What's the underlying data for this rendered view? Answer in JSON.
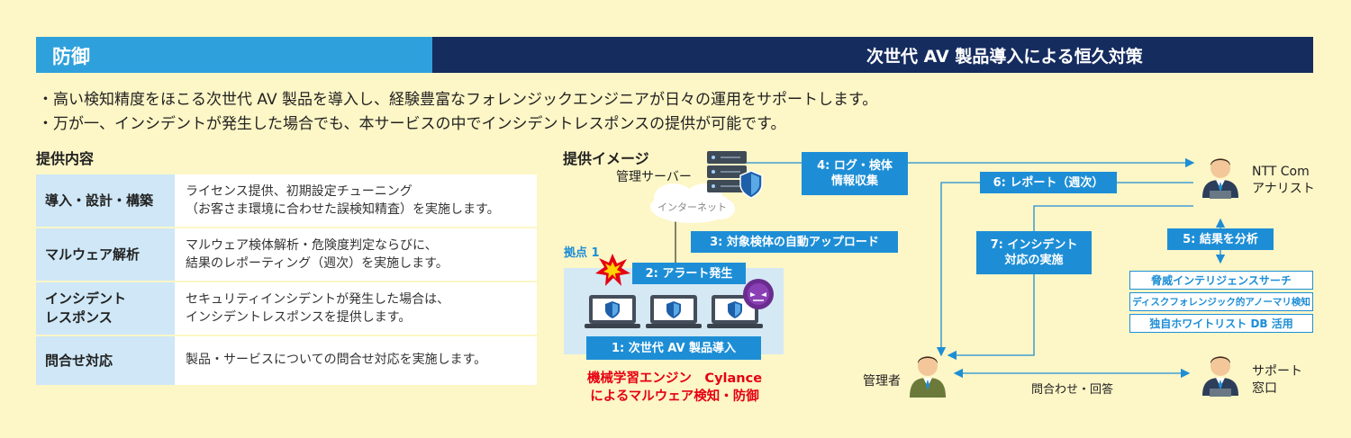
{
  "header": {
    "left_title": "防御",
    "right_title": "次世代 AV 製品導入による恒久対策"
  },
  "bullets": [
    "・高い検知精度をほこる次世代 AV 製品を導入し、経験豊富なフォレンジックエンジニアが日々の運用をサポートします。",
    "・万が一、インシデントが発生した場合でも、本サービスの中でインシデントレスポンスの提供が可能です。"
  ],
  "services": {
    "title": "提供内容",
    "rows": [
      {
        "name_lines": [
          "導入・設計・構築"
        ],
        "desc_lines": [
          "ライセンス提供、初期設定チューニング",
          "（お客さま環境に合わせた誤検知精査）を実施します。"
        ]
      },
      {
        "name_lines": [
          "マルウェア解析"
        ],
        "desc_lines": [
          "マルウェア検体解析・危険度判定ならびに、",
          "結果のレポーティング（週次）を実施します。"
        ]
      },
      {
        "name_lines": [
          "インシデント",
          "レスポンス"
        ],
        "desc_lines": [
          "セキュリティインシデントが発生した場合は、",
          "インシデントレスポンスを提供します。"
        ]
      },
      {
        "name_lines": [
          "問合せ対応"
        ],
        "desc_lines": [
          "製品・サービスについての問合せ対応を実施します。"
        ]
      }
    ]
  },
  "diagram": {
    "title": "提供イメージ",
    "server_label": "管理サーバー",
    "cloud_label": "インターネット",
    "site_label": "拠点 1",
    "step1": "1: 次世代 AV 製品導入",
    "step2": "2: アラート発生",
    "step3": "3: 対象検体の自動アップロード",
    "step4_line1": "4: ログ・検体",
    "step4_line2": "情報収集",
    "step5": "5: 結果を分析",
    "step6": "6: レポート（週次）",
    "step7_line1": "7: インシデント",
    "step7_line2": "対応の実施",
    "analysis_items": [
      "脅威インテリジェンスサーチ",
      "ディスクフォレンジック的アノーマリ検知",
      "独自ホワイトリスト DB 活用"
    ],
    "analyst_line1": "NTT Com",
    "analyst_line2": "アナリスト",
    "admin_label": "管理者",
    "support_line1": "サポート",
    "support_line2": "窓口",
    "inquiry_label": "問合わせ・回答",
    "engine_line1": "機械学習エンジン　Cylance",
    "engine_line2": "によるマルウェア検知・防御"
  },
  "colors": {
    "background": "#fdf6c6",
    "header_left": "#2ea1dc",
    "header_right": "#152c5f",
    "accent_blue": "#1d8ed6",
    "alert_red": "#e50012"
  }
}
